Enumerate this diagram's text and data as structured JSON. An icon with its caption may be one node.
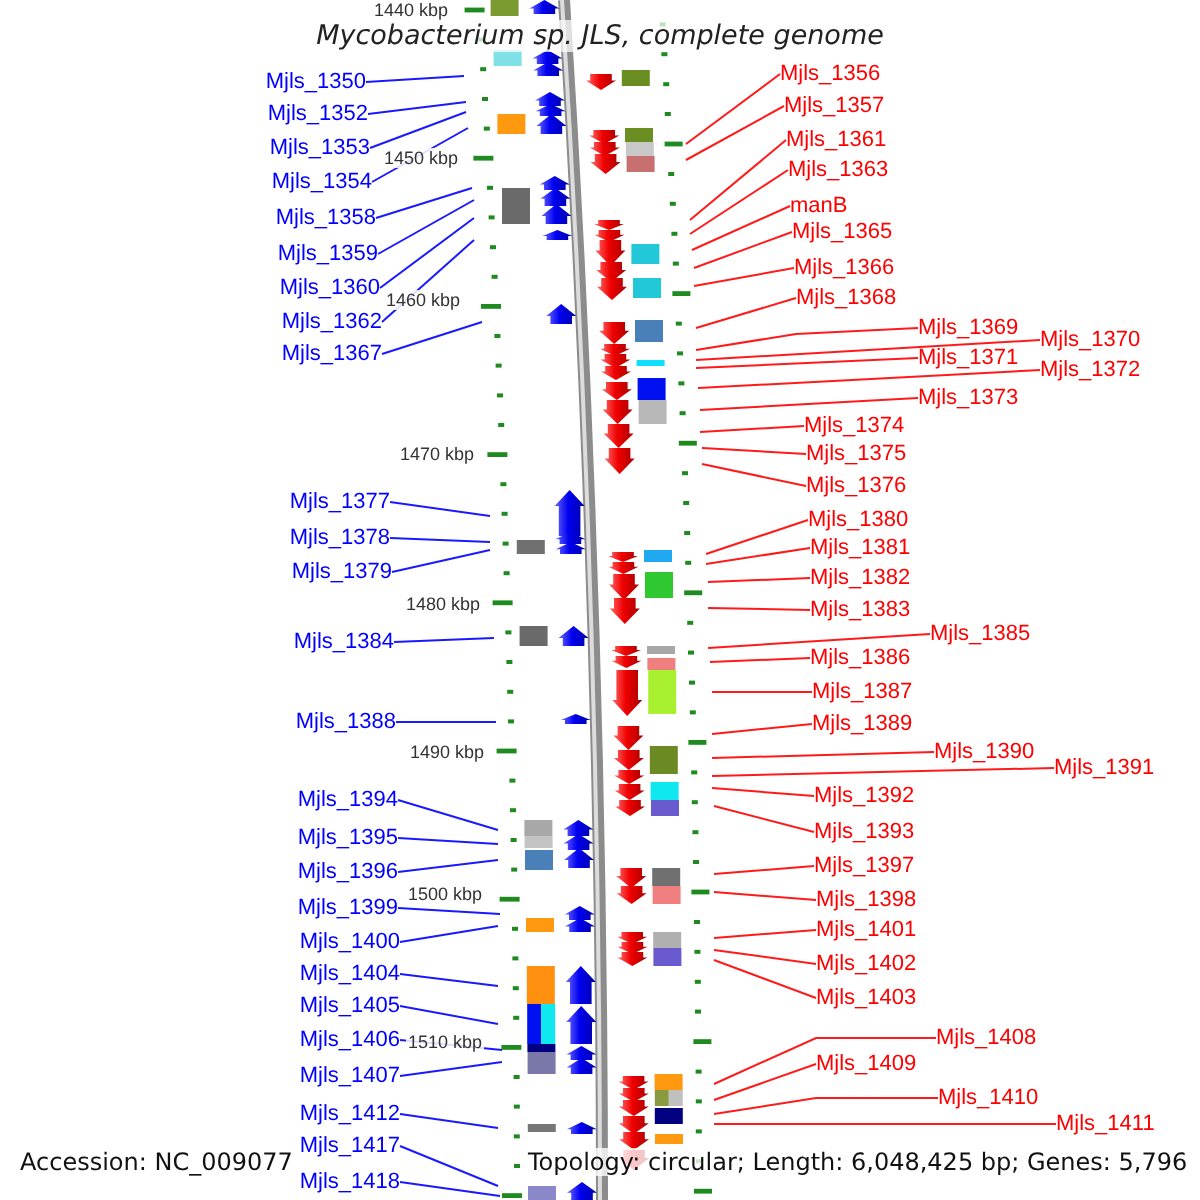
{
  "diagram": {
    "title": "Mycobacterium sp. JLS, complete genome",
    "nodes": [
      {
        "text": [
          "Mjls_1350"
        ]
      },
      {
        "text": [
          "Mjls_1352"
        ]
      },
      {
        "text": [
          "Mjls_1353"
        ]
      },
      {
        "text": [
          "Mjls_1354"
        ]
      },
      {
        "text": [
          "Mjls_1358"
        ]
      },
      {
        "text": [
          "Mjls_1359"
        ]
      },
      {
        "text": [
          "Mjls_1360"
        ]
      },
      {
        "text": [
          "Mjls_1362"
        ]
      },
      {
        "text": [
          "Mjls_1367"
        ]
      },
      {
        "text": [
          "Mjls_1377"
        ]
      },
      {
        "text": [
          "Mjls_1378"
        ]
      },
      {
        "text": [
          "Mjls_1379"
        ]
      },
      {
        "text": [
          "Mjls_1384"
        ]
      },
      {
        "text": [
          "Mjls_1388"
        ]
      },
      {
        "text": [
          "Mjls_1394"
        ]
      },
      {
        "text": [
          "Mjls_1395"
        ]
      },
      {
        "text": [
          "Mjls_1396"
        ]
      },
      {
        "text": [
          "Mjls_1399"
        ]
      },
      {
        "text": [
          "Mjls_1400"
        ]
      },
      {
        "text": [
          "Mjls_1404"
        ]
      },
      {
        "text": [
          "Mjls_1405"
        ]
      },
      {
        "text": [
          "Mjls_1406"
        ]
      },
      {
        "text": [
          "Mjls_1407"
        ]
      },
      {
        "text": [
          "Mjls_1412"
        ]
      },
      {
        "text": [
          "Mjls_1417"
        ]
      },
      {
        "text": [
          "Mjls_1418"
        ]
      },
      {
        "text": [
          "Mjls_1356"
        ]
      },
      {
        "text": [
          "Mjls_1357"
        ]
      },
      {
        "text": [
          "Mjls_1361"
        ]
      },
      {
        "text": [
          "Mjls_1363"
        ]
      },
      {
        "text": [
          "manB"
        ]
      },
      {
        "text": [
          "Mjls_1365"
        ]
      },
      {
        "text": [
          "Mjls_1366"
        ]
      },
      {
        "text": [
          "Mjls_1368"
        ]
      },
      {
        "text": [
          "Mjls_1369"
        ]
      },
      {
        "text": [
          "Mjls_1370"
        ]
      },
      {
        "text": [
          "Mjls_1371"
        ]
      },
      {
        "text": [
          "Mjls_1372"
        ]
      },
      {
        "text": [
          "Mjls_1373"
        ]
      },
      {
        "text": [
          "Mjls_1374"
        ]
      },
      {
        "text": [
          "Mjls_1375"
        ]
      },
      {
        "text": [
          "Mjls_1376"
        ]
      },
      {
        "text": [
          "Mjls_1380"
        ]
      },
      {
        "text": [
          "Mjls_1381"
        ]
      },
      {
        "text": [
          "Mjls_1382"
        ]
      },
      {
        "text": [
          "Mjls_1383"
        ]
      },
      {
        "text": [
          "Mjls_1385"
        ]
      },
      {
        "text": [
          "Mjls_1386"
        ]
      },
      {
        "text": [
          "Mjls_1387"
        ]
      },
      {
        "text": [
          "Mjls_1389"
        ]
      },
      {
        "text": [
          "Mjls_1390"
        ]
      },
      {
        "text": [
          "Mjls_1391"
        ]
      },
      {
        "text": [
          "Mjls_1392"
        ]
      },
      {
        "text": [
          "Mjls_1393"
        ]
      },
      {
        "text": [
          "Mjls_1397"
        ]
      },
      {
        "text": [
          "Mjls_1398"
        ]
      },
      {
        "text": [
          "Mjls_1401"
        ]
      },
      {
        "text": [
          "Mjls_1402"
        ]
      },
      {
        "text": [
          "Mjls_1403"
        ]
      },
      {
        "text": [
          "Mjls_1408"
        ]
      },
      {
        "text": [
          "Mjls_1409"
        ]
      },
      {
        "text": [
          "Mjls_1410"
        ]
      },
      {
        "text": [
          "Mjls_1411"
        ]
      }
    ],
    "edges": [
      {
        "from": 0,
        "to": null,
        "arrow": "none",
        "color": "#0000ff"
      },
      {
        "from": 1,
        "to": null,
        "arrow": "none",
        "color": "#0000ff"
      },
      {
        "from": 2,
        "to": null,
        "arrow": "none",
        "color": "#0000ff"
      },
      {
        "from": 3,
        "to": null,
        "arrow": "none",
        "color": "#0000ff"
      },
      {
        "from": 4,
        "to": null,
        "arrow": "none",
        "color": "#0000ff"
      },
      {
        "from": 5,
        "to": null,
        "arrow": "none",
        "color": "#0000ff"
      },
      {
        "from": 6,
        "to": null,
        "arrow": "none",
        "color": "#0000ff"
      },
      {
        "from": 7,
        "to": null,
        "arrow": "none",
        "color": "#0000ff"
      },
      {
        "from": 8,
        "to": null,
        "arrow": "none",
        "color": "#0000ff"
      },
      {
        "from": 9,
        "to": null,
        "arrow": "none",
        "color": "#0000ff"
      },
      {
        "from": 10,
        "to": null,
        "arrow": "none",
        "color": "#0000ff"
      },
      {
        "from": 11,
        "to": null,
        "arrow": "none",
        "color": "#0000ff"
      },
      {
        "from": 12,
        "to": null,
        "arrow": "none",
        "color": "#0000ff"
      },
      {
        "from": 13,
        "to": null,
        "arrow": "none",
        "color": "#0000ff"
      },
      {
        "from": 14,
        "to": null,
        "arrow": "none",
        "color": "#0000ff"
      },
      {
        "from": 15,
        "to": null,
        "arrow": "none",
        "color": "#0000ff"
      },
      {
        "from": 16,
        "to": null,
        "arrow": "none",
        "color": "#0000ff"
      },
      {
        "from": 17,
        "to": null,
        "arrow": "none",
        "color": "#0000ff"
      },
      {
        "from": 18,
        "to": null,
        "arrow": "none",
        "color": "#0000ff"
      },
      {
        "from": 19,
        "to": null,
        "arrow": "none",
        "color": "#0000ff"
      },
      {
        "from": 20,
        "to": null,
        "arrow": "none",
        "color": "#0000ff"
      },
      {
        "from": 21,
        "to": null,
        "arrow": "none",
        "color": "#0000ff"
      },
      {
        "from": 22,
        "to": null,
        "arrow": "none",
        "color": "#0000ff"
      },
      {
        "from": 23,
        "to": null,
        "arrow": "none",
        "color": "#0000ff"
      },
      {
        "from": 24,
        "to": null,
        "arrow": "none",
        "color": "#0000ff"
      },
      {
        "from": 25,
        "to": null,
        "arrow": "none",
        "color": "#0000ff"
      },
      {
        "from": 26,
        "to": null,
        "arrow": "none"
      },
      {
        "from": 27,
        "to": null,
        "arrow": "none"
      },
      {
        "from": 28,
        "to": null,
        "arrow": "none"
      },
      {
        "from": 29,
        "to": null,
        "arrow": "none"
      },
      {
        "from": 30,
        "to": null,
        "arrow": "none"
      },
      {
        "from": 31,
        "to": null,
        "arrow": "none"
      },
      {
        "from": 32,
        "to": null,
        "arrow": "none"
      },
      {
        "from": 33,
        "to": null,
        "arrow": "none"
      },
      {
        "from": 34,
        "to": null,
        "arrow": "none"
      },
      {
        "from": 35,
        "to": null,
        "arrow": "none"
      },
      {
        "from": 36,
        "to": null,
        "arrow": "none"
      },
      {
        "from": 37,
        "to": null,
        "arrow": "none"
      },
      {
        "from": 38,
        "to": null,
        "arrow": "none"
      },
      {
        "from": 39,
        "to": null,
        "arrow": "none"
      },
      {
        "from": 40,
        "to": null,
        "arrow": "none"
      },
      {
        "from": 41,
        "to": null,
        "arrow": "none"
      },
      {
        "from": 42,
        "to": null,
        "arrow": "none"
      },
      {
        "from": 43,
        "to": null,
        "arrow": "none"
      },
      {
        "from": 44,
        "to": null,
        "arrow": "none"
      },
      {
        "from": 45,
        "to": null,
        "arrow": "none"
      },
      {
        "from": 46,
        "to": null,
        "arrow": "none"
      },
      {
        "from": 47,
        "to": null,
        "arrow": "none"
      },
      {
        "from": 48,
        "to": null,
        "arrow": "none"
      },
      {
        "from": 49,
        "to": null,
        "arrow": "none"
      },
      {
        "from": 50,
        "to": null,
        "arrow": "none"
      },
      {
        "from": 51,
        "to": null,
        "arrow": "none"
      },
      {
        "from": 52,
        "to": null,
        "arrow": "none"
      },
      {
        "from": 53,
        "to": null,
        "arrow": "none"
      },
      {
        "from": 54,
        "to": null,
        "arrow": "none"
      },
      {
        "from": 55,
        "to": null,
        "arrow": "none"
      },
      {
        "from": 56,
        "to": null,
        "arrow": "none"
      },
      {
        "from": 57,
        "to": null,
        "arrow": "none"
      },
      {
        "from": 58,
        "to": null,
        "arrow": "none"
      },
      {
        "from": 59,
        "to": null,
        "arrow": "none"
      },
      {
        "from": 60,
        "to": null,
        "arrow": "none"
      },
      {
        "from": 61,
        "to": null,
        "arrow": "none"
      },
      {
        "from": 62,
        "to": null,
        "arrow": "none"
      }
    ],
    "labels": [
      "1440 kbp",
      "1450 kbp",
      "1460 kbp",
      "1470 kbp",
      "1480 kbp",
      "1490 kbp",
      "1500 kbp",
      "1510 kbp",
      "Accession: NC_009077",
      "Topology: circular; Length: 6,048,425 bp; Genes: 5,796"
    ]
  }
}
